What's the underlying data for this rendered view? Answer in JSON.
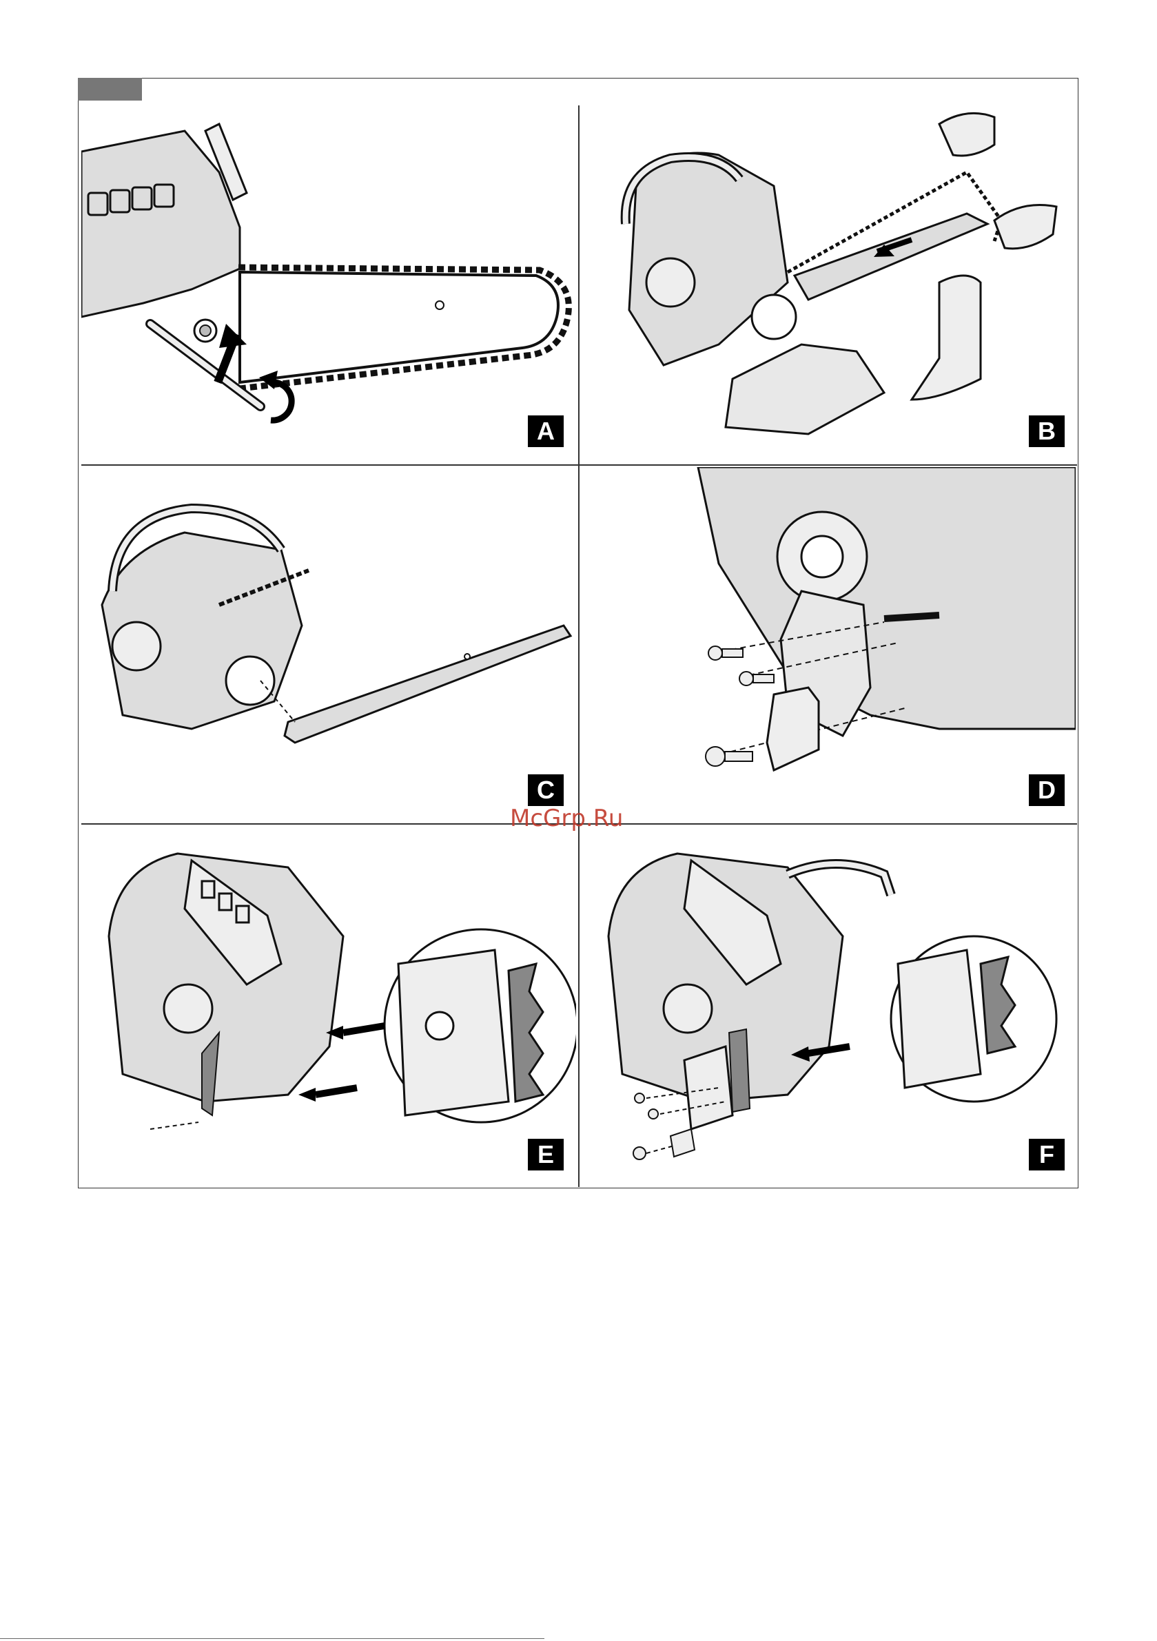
{
  "figure": {
    "panels": [
      {
        "label": "A"
      },
      {
        "label": "B"
      },
      {
        "label": "C"
      },
      {
        "label": "D"
      },
      {
        "label": "E"
      },
      {
        "label": "F"
      }
    ]
  },
  "watermark": {
    "text": "McGrp.Ru"
  },
  "colors": {
    "frame": "#333333",
    "label_tab": "#777777",
    "badge": "#000000",
    "watermark": "#c0392b",
    "drawing_fill": "#dddddd"
  }
}
